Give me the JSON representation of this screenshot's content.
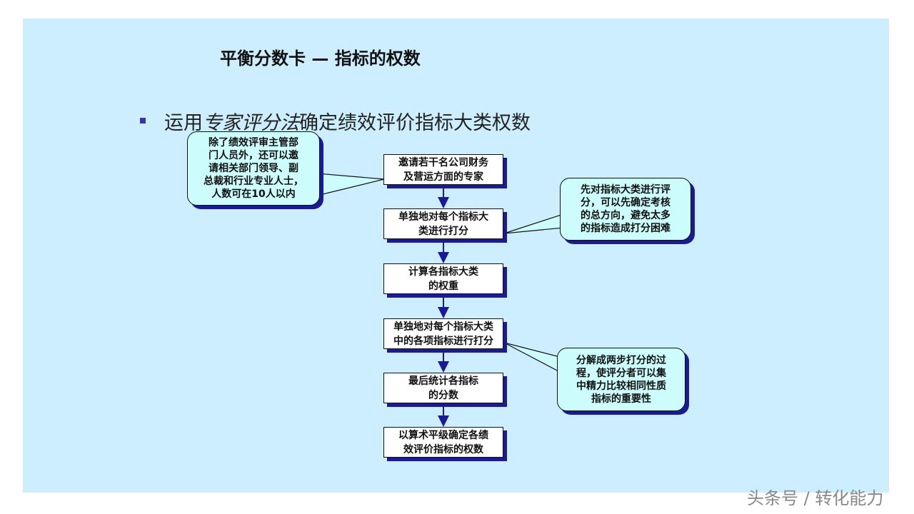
{
  "title": "平衡分数卡 — 指标的权数",
  "subtitle": {
    "prefix": "运用",
    "italic": "专家评分法",
    "suffix": "确定绩效评价指标大类权数"
  },
  "steps": [
    "邀请若干名公司财务\n及营运方面的专家",
    "单独地对每个指标大\n类进行打分",
    "计算各指标大类\n的权重",
    "单独地对每个指标大类\n中的各项指标进行打分",
    "最后统计各指标\n的分数",
    "以算术平级确定各绩\n效评价指标的权数"
  ],
  "callouts": {
    "experts": "除了绩效评审主管部\n门人员外，还可以邀\n请相关部门领导、副\n总裁和行业专业人士，\n人数可在10人以内",
    "categories": "先对指标大类进行评\n分，可以先确定考核\n的总方向，避免太多\n的指标造成打分困难",
    "two_step": "分解成两步打分的过\n程，使评分者可以集\n中精力比较相同性质\n指标的重要性"
  },
  "watermark": "头条号 / 转化能力",
  "colors": {
    "background": "#cceefe",
    "callout_fill": "#cdfcfc",
    "shadow": "#1a1a99",
    "arrow": "#1a1a99"
  }
}
